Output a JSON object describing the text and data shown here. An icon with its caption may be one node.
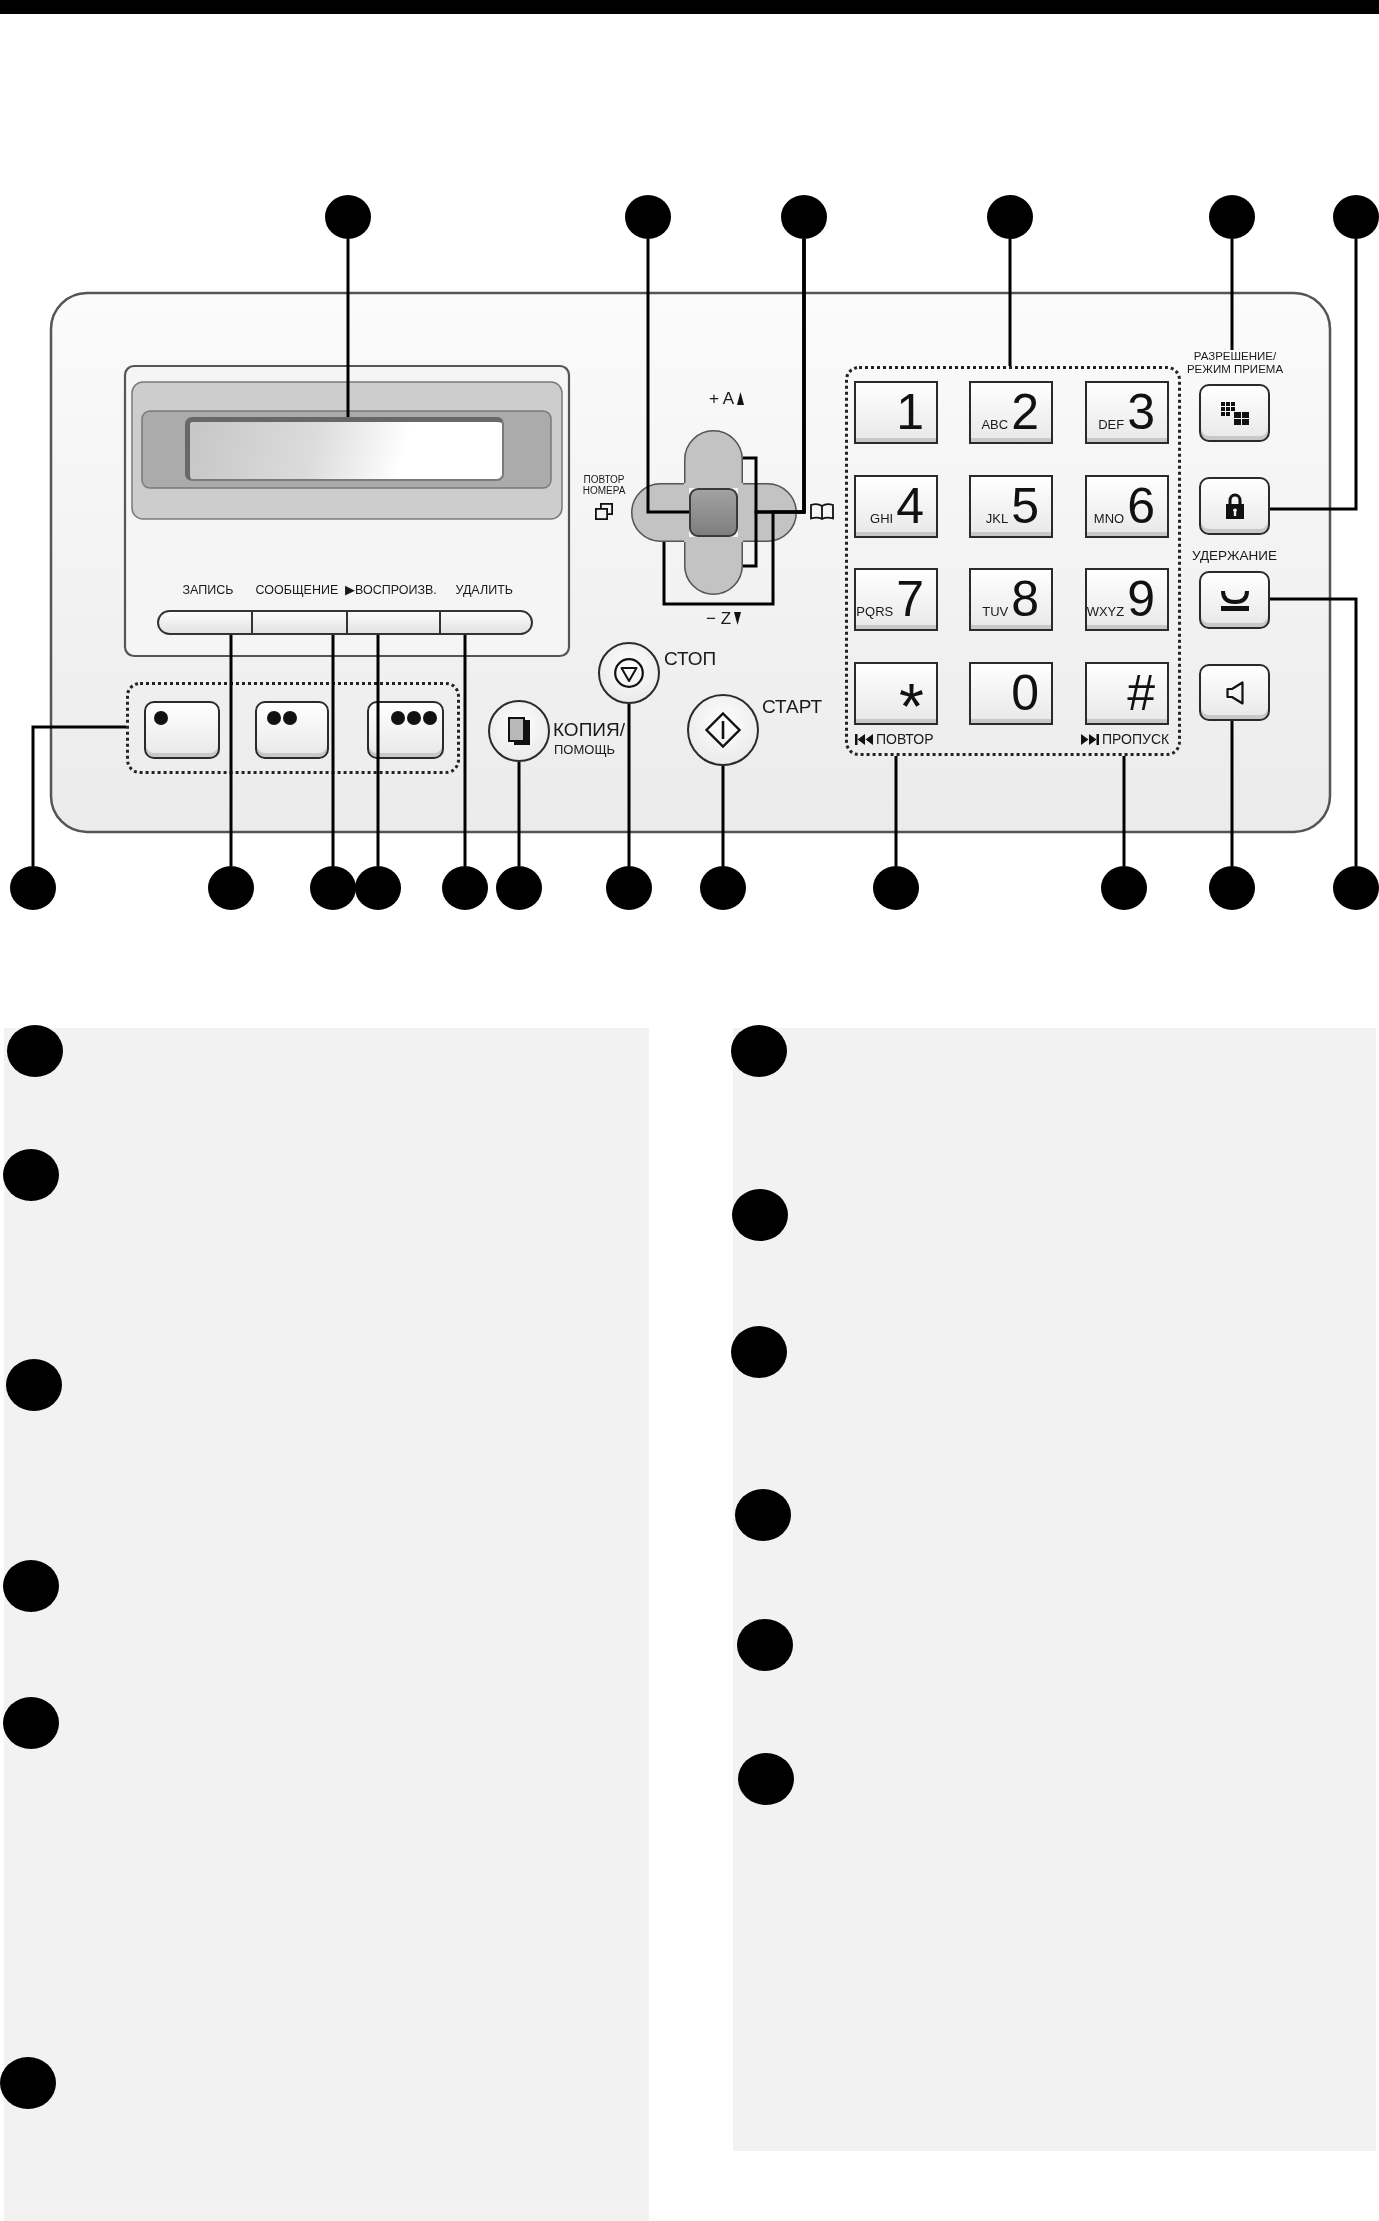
{
  "diagram": {
    "nodes": [
      {
        "text": [],
        "shape": "bar"
      },
      {
        "text": [],
        "shape": "circle"
      },
      {
        "text": [],
        "shape": "circle"
      },
      {
        "text": [],
        "shape": "circle"
      },
      {
        "text": [],
        "shape": "circle"
      },
      {
        "text": [],
        "shape": "circle"
      },
      {
        "text": [],
        "shape": "circle"
      },
      {
        "text": [],
        "shape": "box"
      },
      {
        "text": [
          "РАЗРЕШЕНИЕ/ РЕЖИМ ПРИЕМА"
        ]
      },
      {
        "text": [],
        "shape": "box"
      },
      {
        "text": [
          "1"
        ],
        "in": 9
      },
      {
        "text": [
          "ABC",
          "2"
        ],
        "in": 9
      },
      {
        "text": [
          "DEF",
          "3"
        ],
        "in": 9
      },
      {
        "text": [
          "GHI",
          "4"
        ],
        "in": 9
      },
      {
        "text": [
          "JKL",
          "5"
        ],
        "in": 9
      },
      {
        "text": [
          "MNO",
          "6"
        ],
        "in": 9
      },
      {
        "text": [
          "PQRS",
          "7"
        ],
        "in": 9
      },
      {
        "text": [
          "TUV",
          "8"
        ],
        "in": 9
      },
      {
        "text": [
          "WXYZ",
          "9"
        ],
        "in": 9
      },
      {
        "text": [
          "*"
        ],
        "in": 9,
        "beside": [
          "ПОВТОР"
        ]
      },
      {
        "text": [
          "0"
        ],
        "in": 9
      },
      {
        "text": [
          "#"
        ],
        "in": 9,
        "beside": [
          "ПРОПУСК"
        ]
      },
      {
        "text": [],
        "shape": "box",
        "beside": [
          "+ A"
        ]
      },
      {
        "text": [],
        "shape": "box",
        "beside": [
          "ПОВТОР НОМЕРА"
        ]
      },
      {
        "text": [],
        "shape": "box"
      },
      {
        "text": [],
        "shape": "box"
      },
      {
        "text": [],
        "shape": "box",
        "beside": [
          "− Z"
        ]
      },
      {
        "text": [],
        "shape": "box"
      },
      {
        "text": [],
        "shape": "box",
        "beside": [
          "УДЕРЖАНИЕ"
        ]
      },
      {
        "text": [],
        "shape": "box",
        "beside": [
          "ЗАПИСЬ"
        ]
      },
      {
        "text": [],
        "shape": "box",
        "beside": [
          "СООБЩЕНИЕ"
        ]
      },
      {
        "text": [],
        "shape": "box",
        "beside": [
          "▶ВОСПРОИЗВ."
        ]
      },
      {
        "text": [],
        "shape": "box",
        "beside": [
          "УДАЛИТЬ"
        ]
      },
      {
        "text": [],
        "shape": "circle",
        "beside": [
          "СТОП"
        ]
      },
      {
        "text": [],
        "shape": "box"
      },
      {
        "text": [],
        "shape": "box",
        "in": 34
      },
      {
        "text": [],
        "shape": "box",
        "in": 34
      },
      {
        "text": [],
        "shape": "box",
        "in": 34
      },
      {
        "text": [],
        "shape": "circle",
        "beside": [
          "КОПИЯ/",
          "ПОМОЩЬ"
        ]
      },
      {
        "text": [],
        "shape": "circle",
        "beside": [
          "СТАРТ"
        ]
      },
      {
        "text": [],
        "shape": "box"
      },
      {
        "text": [],
        "shape": "circle"
      },
      {
        "text": [],
        "shape": "circle"
      },
      {
        "text": [],
        "shape": "circle"
      },
      {
        "text": [],
        "shape": "circle"
      },
      {
        "text": [],
        "shape": "circle"
      },
      {
        "text": [],
        "shape": "circle"
      },
      {
        "text": [],
        "shape": "circle"
      },
      {
        "text": [],
        "shape": "circle"
      },
      {
        "text": [],
        "shape": "circle"
      },
      {
        "text": [],
        "shape": "circle"
      },
      {
        "text": [],
        "shape": "circle"
      },
      {
        "text": [],
        "shape": "circle"
      },
      {
        "text": [],
        "shape": "circle"
      },
      {
        "text": [],
        "shape": "circle"
      },
      {
        "text": [],
        "shape": "circle"
      },
      {
        "text": [],
        "shape": "circle"
      },
      {
        "text": [],
        "shape": "circle"
      },
      {
        "text": [],
        "shape": "circle"
      },
      {
        "text": [],
        "shape": "circle"
      },
      {
        "text": [],
        "shape": "circle"
      },
      {
        "text": [],
        "shape": "circle"
      },
      {
        "text": [],
        "shape": "circle"
      },
      {
        "text": [],
        "shape": "circle"
      },
      {
        "text": [],
        "shape": "circle"
      }
    ],
    "edges": [
      {
        "from": 1,
        "to": 7,
        "arrow": "none"
      },
      {
        "from": 2,
        "to": 24,
        "arrow": "none"
      },
      {
        "from": 3,
        "to": 22,
        "arrow": "none"
      },
      {
        "from": 3,
        "to": 26,
        "arrow": "none"
      },
      {
        "from": 3,
        "to": 23,
        "arrow": "none"
      },
      {
        "from": 3,
        "to": 25,
        "arrow": "none"
      },
      {
        "from": 4,
        "to": 9,
        "arrow": "none"
      },
      {
        "from": 5,
        "to": 8,
        "arrow": "none"
      },
      {
        "from": 6,
        "to": 27,
        "arrow": "none"
      },
      {
        "from": 41,
        "to": 34,
        "arrow": "none"
      },
      {
        "from": 42,
        "to": 29,
        "arrow": "none"
      },
      {
        "from": 43,
        "to": 30,
        "arrow": "none"
      },
      {
        "from": 44,
        "to": 31,
        "arrow": "none"
      },
      {
        "from": 45,
        "to": 32,
        "arrow": "none"
      },
      {
        "from": 46,
        "to": 38,
        "arrow": "none"
      },
      {
        "from": 47,
        "to": 33,
        "arrow": "none"
      },
      {
        "from": 48,
        "to": 39,
        "arrow": "none"
      },
      {
        "from": 49,
        "to": 9,
        "arrow": "none"
      },
      {
        "from": 50,
        "to": 9,
        "arrow": "none"
      },
      {
        "from": 51,
        "to": 40,
        "arrow": "none"
      },
      {
        "from": 52,
        "to": 28,
        "arrow": "none"
      }
    ]
  }
}
